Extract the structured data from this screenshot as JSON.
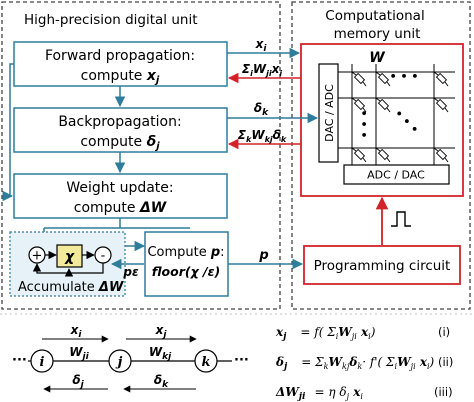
{
  "digital_unit": {
    "title": "High-precision digital unit",
    "forward": {
      "line1": "Forward propagation:",
      "line2": "compute ",
      "var": "x",
      "sub": "j"
    },
    "backward": {
      "line1": "Backpropagation:",
      "line2": "compute ",
      "var": "δ",
      "sub": "j"
    },
    "weight_update": {
      "line1": "Weight update:",
      "line2": "compute ",
      "var": "ΔW"
    },
    "accumulate": {
      "label": "Accumulate ",
      "var": "ΔW",
      "plus": "+",
      "minus": "-",
      "chi": "χ"
    },
    "compute_p": {
      "line1": "Compute ",
      "var": "p",
      "colon": ":",
      "line2": "floor(χ /ε)"
    },
    "p_eps": "pε"
  },
  "memory_unit": {
    "title_line1": "Computational",
    "title_line2": "memory unit",
    "w_label": "W",
    "dac_adc_left": "DAC / ADC",
    "adc_dac_bottom": "ADC / DAC",
    "dots": "• • •"
  },
  "signals": {
    "xi": "x",
    "xi_sub": "i",
    "sum_fwd": "Σ",
    "sum_fwd_sub": "i",
    "sum_fwd_w": "W",
    "sum_fwd_w_sub": "ji",
    "sum_fwd_x": "x",
    "sum_fwd_x_sub": "i",
    "dk": "δ",
    "dk_sub": "k",
    "sum_bwd": "Σ",
    "sum_bwd_sub": "k",
    "sum_bwd_w": "W",
    "sum_bwd_w_sub": "kj",
    "sum_bwd_d": "δ",
    "sum_bwd_d_sub": "k",
    "p": "p"
  },
  "programming": {
    "label": "Programming circuit"
  },
  "network": {
    "ellipsis": "···",
    "nodes": [
      "i",
      "j",
      "k"
    ],
    "top_left": "x",
    "top_left_sub": "i",
    "top_right": "x",
    "top_right_sub": "j",
    "w_left": "W",
    "w_left_sub": "ji",
    "w_right": "W",
    "w_right_sub": "kj",
    "bot_left": "δ",
    "bot_left_sub": "j",
    "bot_right": "δ",
    "bot_right_sub": "k"
  },
  "equations": [
    {
      "lhs": "x",
      "lhs_sub": "j",
      "rhs": "= f( Σ",
      "rhs2": "W",
      "rhs3": "x",
      "num": "(i)"
    },
    {
      "lhs": "δ",
      "lhs_sub": "j",
      "rhs": "= Σ",
      "rhs2": "W",
      "rhs3": "δ",
      "num": "(ii)"
    },
    {
      "lhs": "ΔW",
      "lhs_sub": "ji",
      "rhs": "= η δ",
      "num": "(iii)"
    }
  ],
  "colors": {
    "teal": "#2e7d9a",
    "red": "#d2232a",
    "accum_bg": "#e6f2f7",
    "chi_fill": "#f3e99a"
  }
}
